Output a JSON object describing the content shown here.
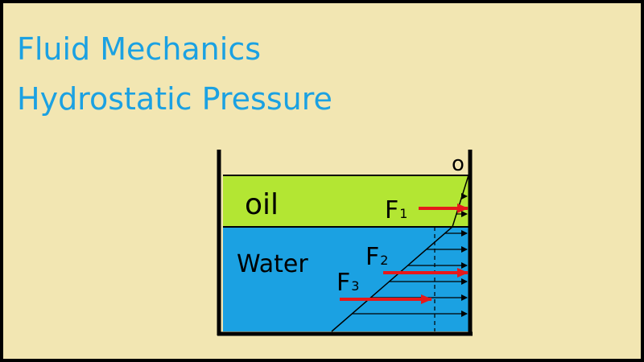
{
  "title": {
    "line1": "Fluid Mechanics",
    "line2": "Hydrostatic Pressure"
  },
  "diagram": {
    "layers": [
      {
        "name": "oil",
        "color": "#b3e633"
      },
      {
        "name": "Water",
        "color": "#1ba1e2"
      }
    ],
    "origin_label": "o",
    "forces": [
      {
        "base": "F",
        "sub": "1"
      },
      {
        "base": "F",
        "sub": "2"
      },
      {
        "base": "F",
        "sub": "3"
      }
    ],
    "colors": {
      "background": "#f2e6b2",
      "title": "#1ba1e2",
      "resultant_arrow": "#e6191a",
      "outline": "#000000"
    }
  }
}
